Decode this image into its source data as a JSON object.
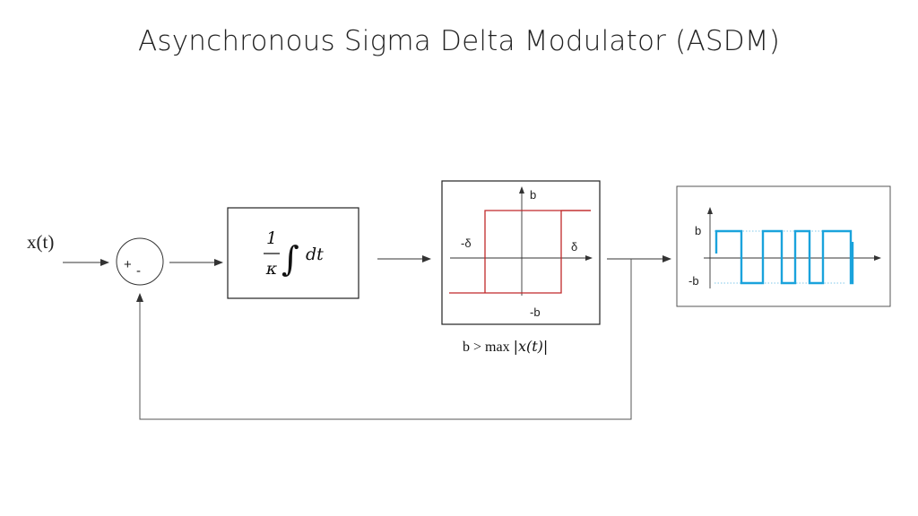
{
  "title": "Asynchronous Sigma Delta Modulator (ASDM)",
  "input": {
    "label": "x(t)"
  },
  "summer": {
    "plus": "+",
    "minus": "-"
  },
  "integrator": {
    "numerator": "1",
    "denominator": "κ",
    "integral": "∫",
    "dt": "dt"
  },
  "hysteresis": {
    "b": "b",
    "neg_b": "-b",
    "delta": "δ",
    "neg_delta": "-δ",
    "condition_prefix": "b > max ",
    "condition_expr": "|x(t)|"
  },
  "output_plot": {
    "b": "b",
    "neg_b": "-b"
  },
  "colors": {
    "hysteresis": "#c0282a",
    "pulse": "#1aa3dc",
    "pulse_dotted": "#7fc8ea",
    "line": "#333333"
  }
}
